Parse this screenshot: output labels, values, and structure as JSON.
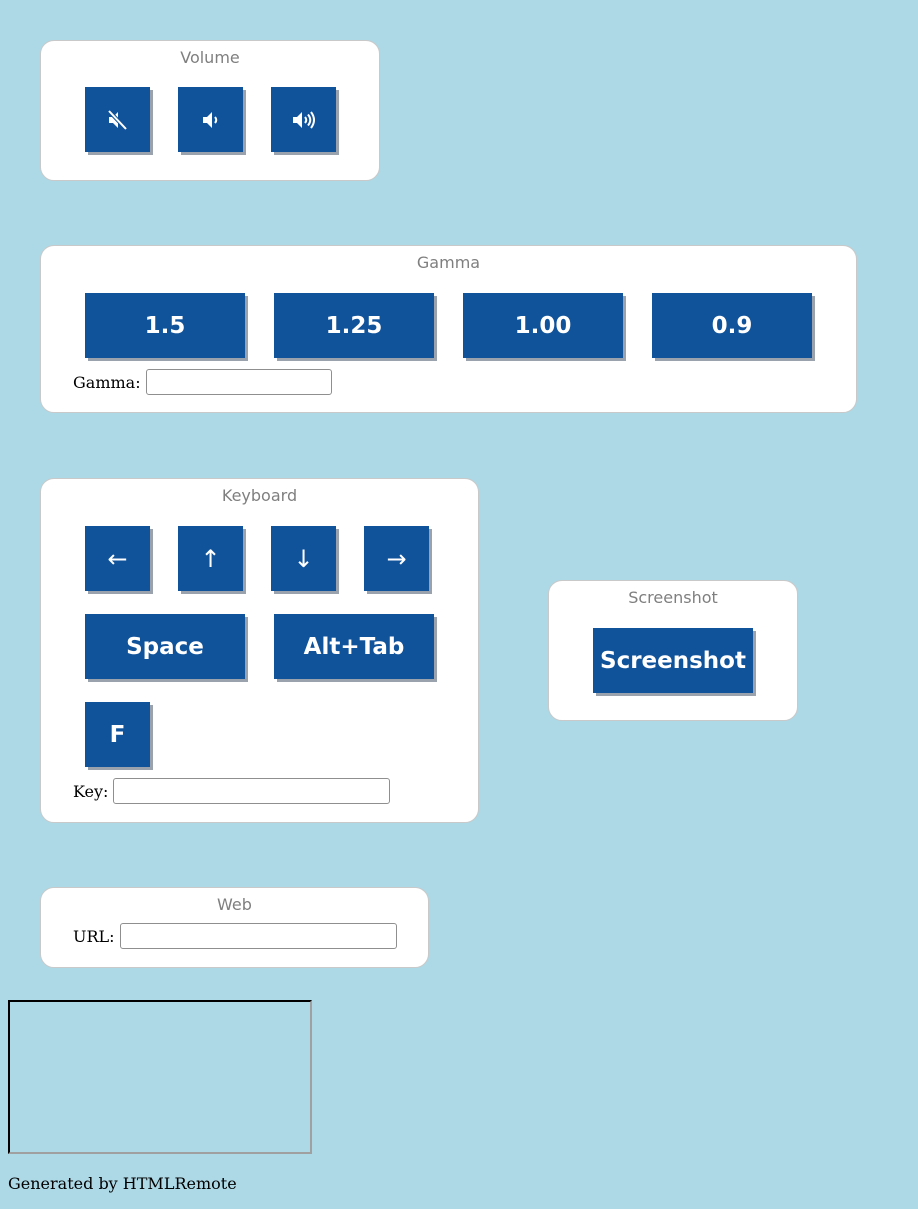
{
  "volume": {
    "title": "Volume",
    "buttons": [
      "mute",
      "volume-down",
      "volume-up"
    ]
  },
  "gamma": {
    "title": "Gamma",
    "buttons": [
      "1.5",
      "1.25",
      "1.00",
      "0.9"
    ],
    "field_label": "Gamma:",
    "field_value": ""
  },
  "keyboard": {
    "title": "Keyboard",
    "arrows": [
      "←",
      "↑",
      "↓",
      "→"
    ],
    "space": "Space",
    "alt_tab": "Alt+Tab",
    "f": "F",
    "field_label": "Key:",
    "field_value": ""
  },
  "screenshot": {
    "title": "Screenshot",
    "button": "Screenshot"
  },
  "web": {
    "title": "Web",
    "field_label": "URL:",
    "field_value": ""
  },
  "footer": "Generated by HTMLRemote",
  "colors": {
    "background": "#add8e6",
    "button": "#10539b",
    "panel": "#ffffff",
    "title": "#7f7f7f"
  },
  "icons": [
    "speaker-mute-icon",
    "speaker-low-icon",
    "speaker-high-icon"
  ]
}
